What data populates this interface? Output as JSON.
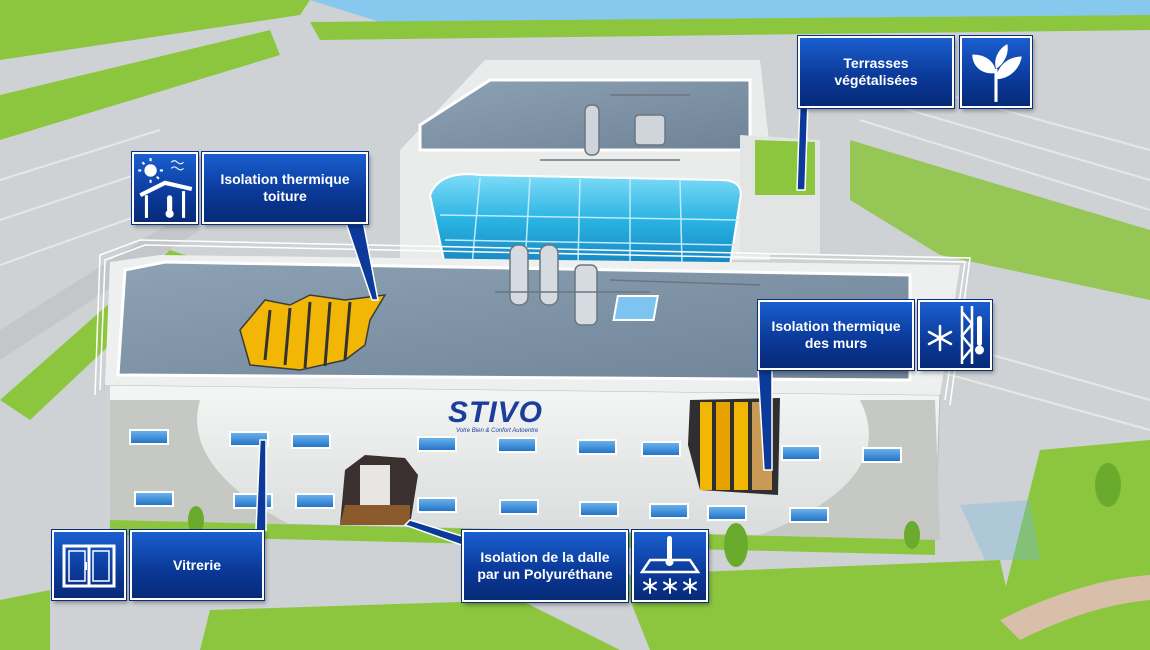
{
  "labels": {
    "toiture": {
      "line1": "Isolation thermique",
      "line2": "toiture"
    },
    "terrasses": {
      "line1": "Terrasses",
      "line2": "végétalisées"
    },
    "murs": {
      "line1": "Isolation thermique",
      "line2": "des murs"
    },
    "vitrerie": {
      "text": "Vitrerie"
    },
    "dalle": {
      "line1": "Isolation de la dalle",
      "line2": "par un Polyuréthane"
    }
  },
  "building": {
    "logo": "STIVO",
    "tagline": "Votre Bien & Confort Autoentre"
  },
  "icons": {
    "toiture": "sun-roof-thermometer-icon",
    "terrasses": "plant-leaves-icon",
    "murs": "snowflake-wall-thermometer-icon",
    "vitrerie": "window-icon",
    "dalle": "slab-snowflake-thermometer-icon"
  },
  "colors": {
    "label_blue": "#0b3a9a",
    "grass": "#8cc63f",
    "roof": "#7a8fa3",
    "glass": "#36b9e6"
  }
}
